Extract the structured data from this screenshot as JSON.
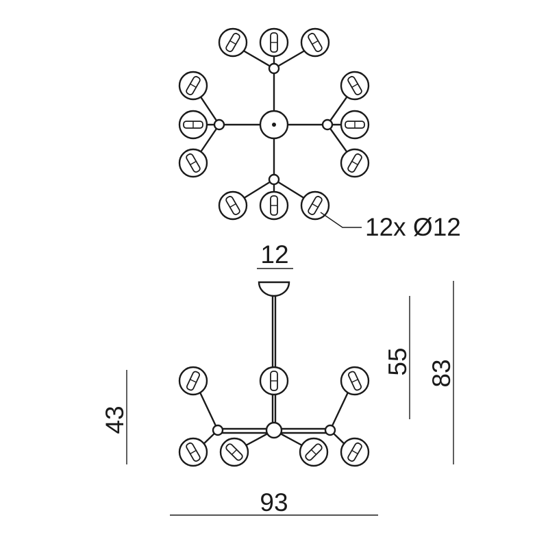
{
  "drawing": {
    "globe_label": "12x Ø12",
    "canopy_width": "12",
    "drop_height": "55",
    "total_height": "83",
    "lamp_height": "43",
    "overall_width": "93"
  },
  "colors": {
    "line": "#1a1a1a",
    "background": "#ffffff"
  }
}
